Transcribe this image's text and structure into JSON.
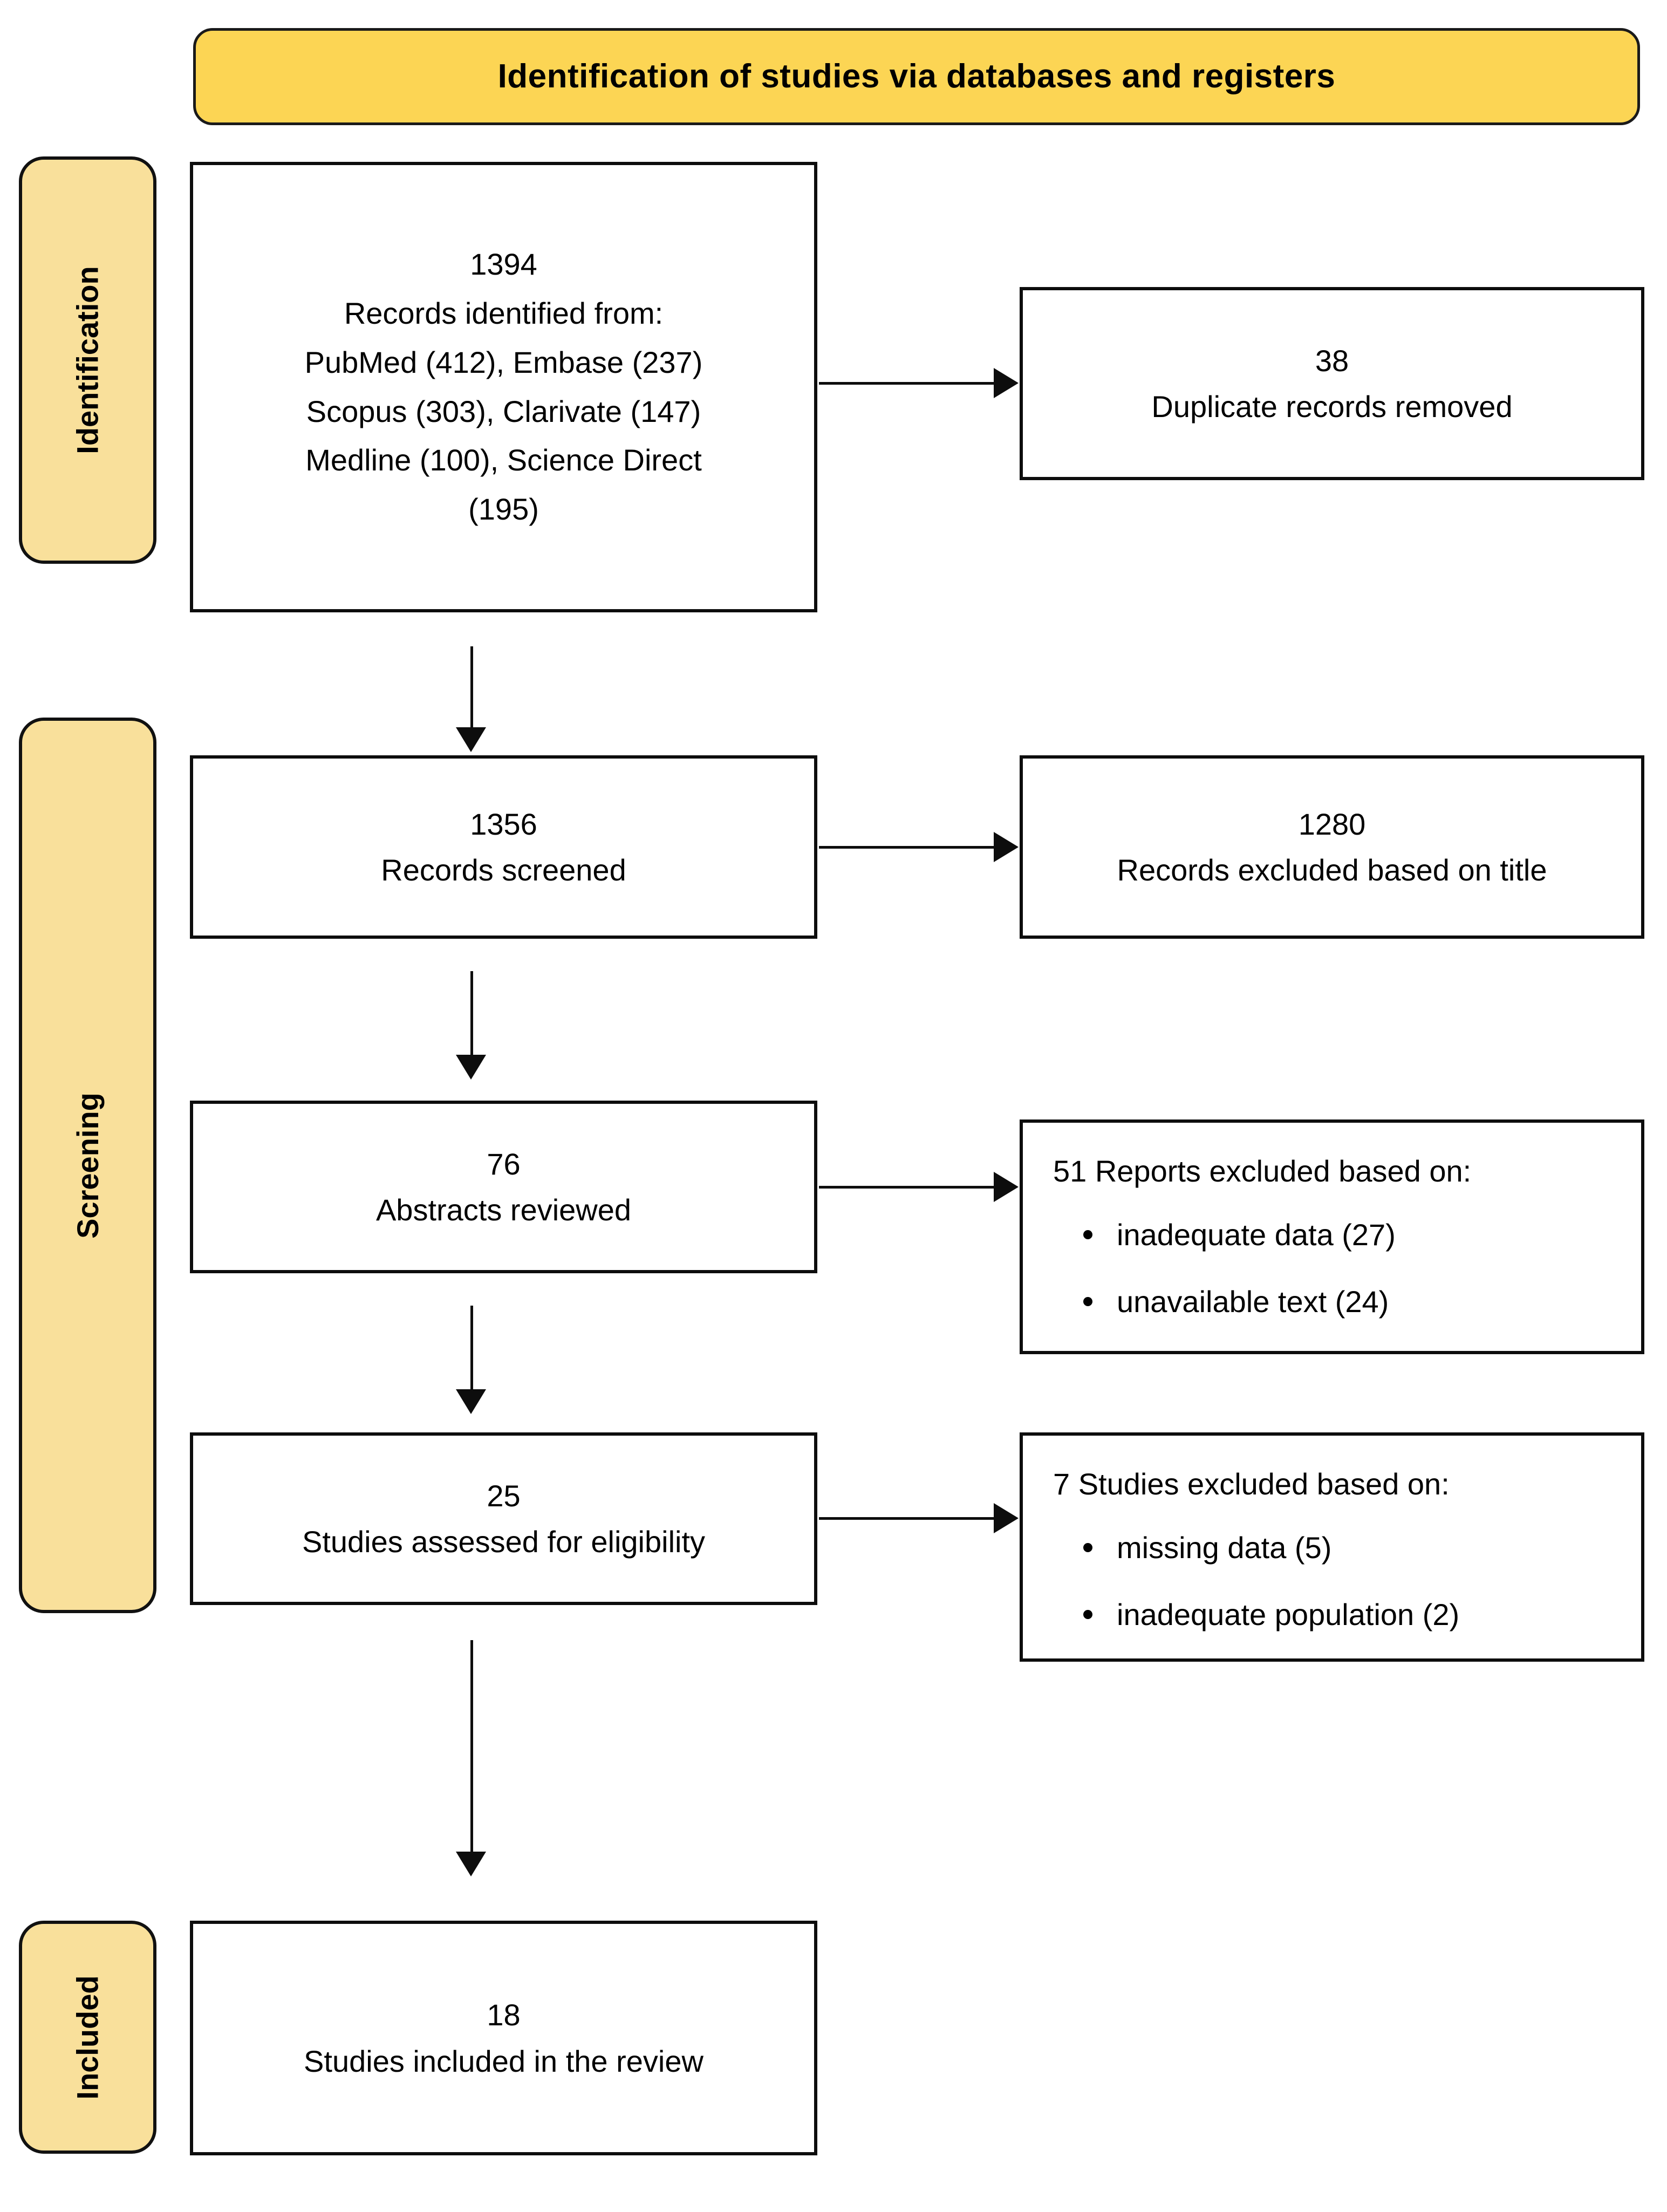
{
  "header": {
    "title": "Identification of studies via databases and registers",
    "banner_color": "#FCD554"
  },
  "stages": {
    "identification": "Identification",
    "screening": "Screening",
    "included": "Included",
    "sidebar_color": "#F9E09B"
  },
  "flow": {
    "identified": {
      "count": "1394",
      "label": "Records identified from:",
      "sources_line1": "PubMed (412),  Embase (237)",
      "sources_line2": "Scopus (303), Clarivate  (147)",
      "sources_line3": "Medline (100),  Science Direct",
      "sources_line4": "(195)"
    },
    "duplicates": {
      "count": "38",
      "label": "Duplicate records removed"
    },
    "screened": {
      "count": "1356",
      "label": "Records screened"
    },
    "excluded_title": {
      "count": "1280",
      "label": "Records excluded based on title"
    },
    "abstracts": {
      "count": "76",
      "label": "Abstracts reviewed"
    },
    "reports_excluded": {
      "heading": "51 Reports excluded based on:",
      "reasons": [
        "inadequate data (27)",
        "unavailable text (24)"
      ]
    },
    "eligibility": {
      "count": "25",
      "label": "Studies assessed for eligibility"
    },
    "studies_excluded": {
      "heading": "7 Studies excluded based on:",
      "reasons": [
        "missing data (5)",
        "inadequate population (2)"
      ]
    },
    "included": {
      "count": "18",
      "label": "Studies included in the review"
    }
  },
  "chart_data": {
    "type": "diagram",
    "title": "Identification of studies via databases and registers",
    "nodes": [
      {
        "id": "identified",
        "stage": "Identification",
        "value": 1394,
        "text": "Records identified from: PubMed (412), Embase (237), Scopus (303), Clarivate (147), Medline (100), Science Direct (195)"
      },
      {
        "id": "duplicates",
        "stage": "Identification",
        "value": 38,
        "text": "Duplicate records removed"
      },
      {
        "id": "screened",
        "stage": "Screening",
        "value": 1356,
        "text": "Records screened"
      },
      {
        "id": "excluded_title",
        "stage": "Screening",
        "value": 1280,
        "text": "Records excluded based on title"
      },
      {
        "id": "abstracts",
        "stage": "Screening",
        "value": 76,
        "text": "Abstracts reviewed"
      },
      {
        "id": "reports_excluded",
        "stage": "Screening",
        "value": 51,
        "text": "Reports excluded based on: inadequate data (27), unavailable text (24)"
      },
      {
        "id": "eligibility",
        "stage": "Screening",
        "value": 25,
        "text": "Studies assessed for eligibility"
      },
      {
        "id": "studies_excluded",
        "stage": "Screening",
        "value": 7,
        "text": "Studies excluded based on: missing data (5), inadequate population (2)"
      },
      {
        "id": "included",
        "stage": "Included",
        "value": 18,
        "text": "Studies included in the review"
      }
    ],
    "edges": [
      {
        "from": "identified",
        "to": "duplicates",
        "direction": "right"
      },
      {
        "from": "identified",
        "to": "screened",
        "direction": "down"
      },
      {
        "from": "screened",
        "to": "excluded_title",
        "direction": "right"
      },
      {
        "from": "screened",
        "to": "abstracts",
        "direction": "down"
      },
      {
        "from": "abstracts",
        "to": "reports_excluded",
        "direction": "right"
      },
      {
        "from": "abstracts",
        "to": "eligibility",
        "direction": "down"
      },
      {
        "from": "eligibility",
        "to": "studies_excluded",
        "direction": "right"
      },
      {
        "from": "eligibility",
        "to": "included",
        "direction": "down"
      }
    ]
  }
}
